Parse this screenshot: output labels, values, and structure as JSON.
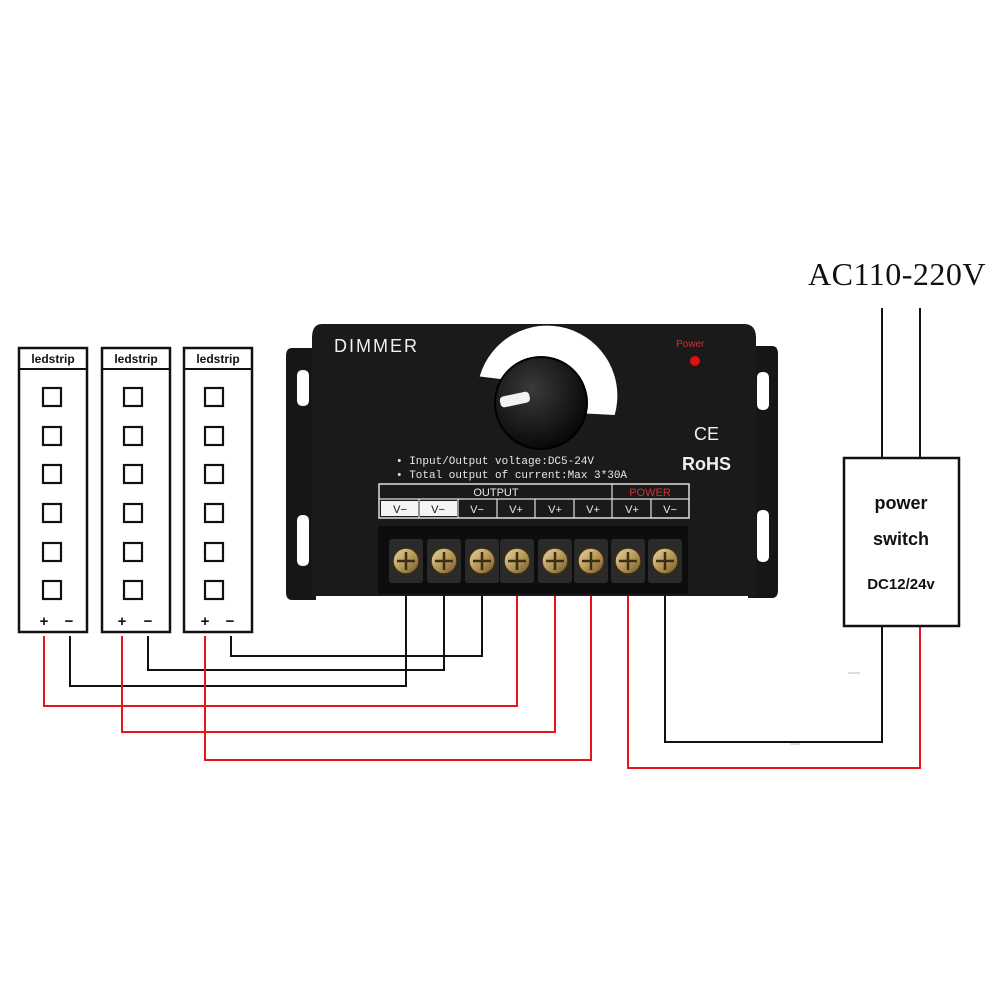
{
  "ac_input": {
    "label": "AC110-220V"
  },
  "power_switch": {
    "line1": "power",
    "line2": "switch",
    "line3": "DC12/24v"
  },
  "ledstrips": [
    {
      "label": "ledstrip",
      "plus": "+",
      "minus": "−"
    },
    {
      "label": "ledstrip",
      "plus": "+",
      "minus": "−"
    },
    {
      "label": "ledstrip",
      "plus": "+",
      "minus": "−"
    }
  ],
  "dimmer": {
    "title": "DIMMER",
    "power_label": "Power",
    "spec_voltage": "• Input/Output voltage:DC5-24V",
    "spec_current": "• Total output of current:Max 3*30A",
    "ce": "CE",
    "rohs": "RoHS",
    "output_header": "OUTPUT",
    "power_header": "POWER",
    "terminals": [
      "V−",
      "V−",
      "V−",
      "V+",
      "V+",
      "V+",
      "V+",
      "V−"
    ]
  },
  "colors": {
    "red_wire": "#e8141b",
    "black_wire": "#111111",
    "device_body": "#1a1a1a",
    "power_led": "#e01010"
  }
}
